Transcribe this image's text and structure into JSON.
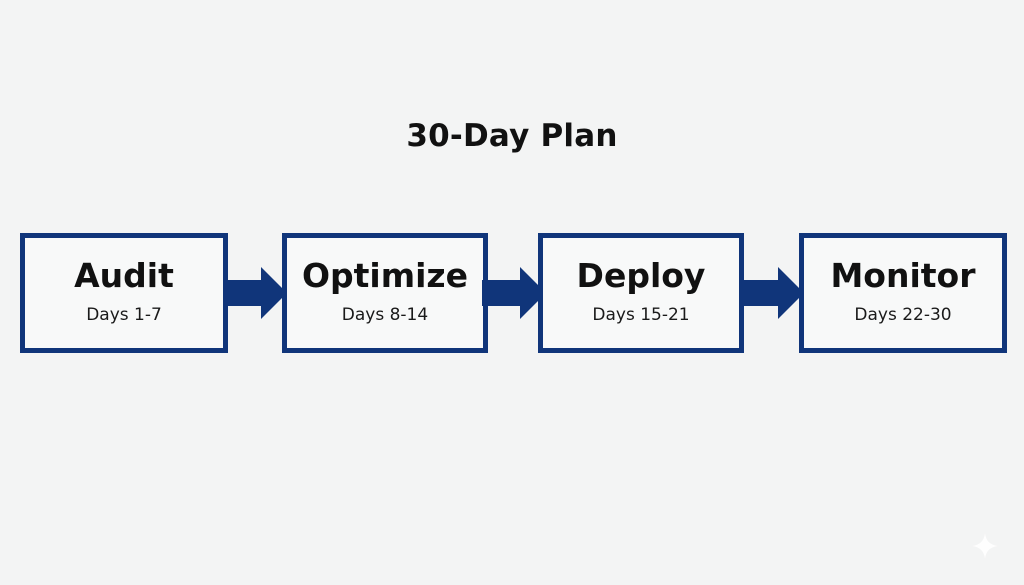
{
  "title": "30-Day Plan",
  "steps": [
    {
      "name": "Audit",
      "days": "Days 1-7"
    },
    {
      "name": "Optimize",
      "days": "Days 8-14"
    },
    {
      "name": "Deploy",
      "days": "Days 15-21"
    },
    {
      "name": "Monitor",
      "days": "Days 22-30"
    }
  ],
  "colors": {
    "accent": "#10357a",
    "background": "#f3f4f4",
    "text": "#111111"
  },
  "icons": {
    "connector": "right-arrow-icon",
    "corner": "sparkle-icon"
  }
}
